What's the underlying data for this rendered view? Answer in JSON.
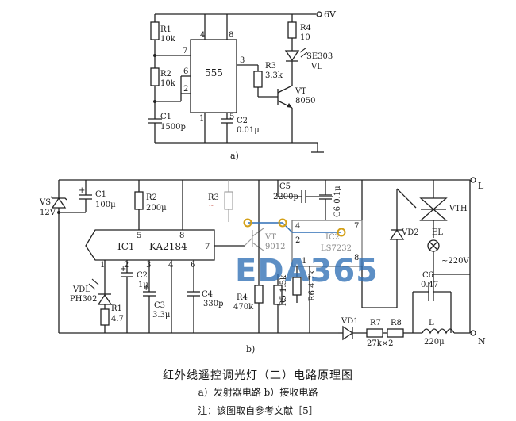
{
  "caption": {
    "title": "红外线遥控调光灯（二）电路原理图",
    "subtitle": "a）发射器电路   b）接收电路",
    "note": "注：该图取自参考文献［5］"
  },
  "circuit_a": {
    "label": "a)",
    "supply": "6V",
    "ic": "555",
    "pins": [
      "4",
      "8",
      "7",
      "6",
      "2",
      "3",
      "1",
      "5"
    ],
    "r1": [
      "R1",
      "10k"
    ],
    "r2": [
      "R2",
      "10k"
    ],
    "c1": [
      "C1",
      "1500p"
    ],
    "c2": [
      "C2",
      "0.01μ"
    ],
    "r3": [
      "R3",
      "3.3k"
    ],
    "r4": [
      "R4",
      "10"
    ],
    "led": [
      "SE303",
      "VL"
    ],
    "vt": [
      "VT",
      "8050"
    ]
  },
  "circuit_b": {
    "label": "b)",
    "vs": [
      "VS",
      "12V"
    ],
    "c1": [
      "C1",
      "100μ"
    ],
    "r2": [
      "R2",
      "200μ"
    ],
    "r3": "R3",
    "c5": [
      "C5",
      "2200p"
    ],
    "c6": "C6 0.1μ",
    "ic1": [
      "IC1",
      "KA2184"
    ],
    "ic1_pins": [
      "5",
      "8",
      "7",
      "1",
      "2",
      "3",
      "4",
      "6"
    ],
    "vt": [
      "VT",
      "9012"
    ],
    "ic2": [
      "IC2",
      "LS7232"
    ],
    "ic2_pins": [
      "4",
      "2",
      "1",
      "7",
      "8"
    ],
    "vdl": [
      "VDL",
      "PH302"
    ],
    "r1": [
      "R1",
      "4.7"
    ],
    "c2": [
      "C2",
      "1μ"
    ],
    "c3": [
      "C3",
      "3.3μ"
    ],
    "c4": [
      "C4",
      "330p"
    ],
    "r4": [
      "R4",
      "470k"
    ],
    "r5": "R5 1.5k",
    "r6": "R6 4.7k",
    "vd2": "VD2",
    "vth": "VTH",
    "el": "EL",
    "ac": "~220V",
    "c6b": [
      "C6",
      "0.47"
    ],
    "vd1": "VD1",
    "r7": [
      "R7",
      "27k×2"
    ],
    "r8": "R8",
    "l": [
      "L",
      "220μ"
    ],
    "terminals": [
      "L",
      "N"
    ]
  },
  "watermark": "EDA365",
  "colors": {
    "ink": "#1a1a1a",
    "watermark": "#2f6fb5",
    "watermark_accent": "#d4a017"
  }
}
